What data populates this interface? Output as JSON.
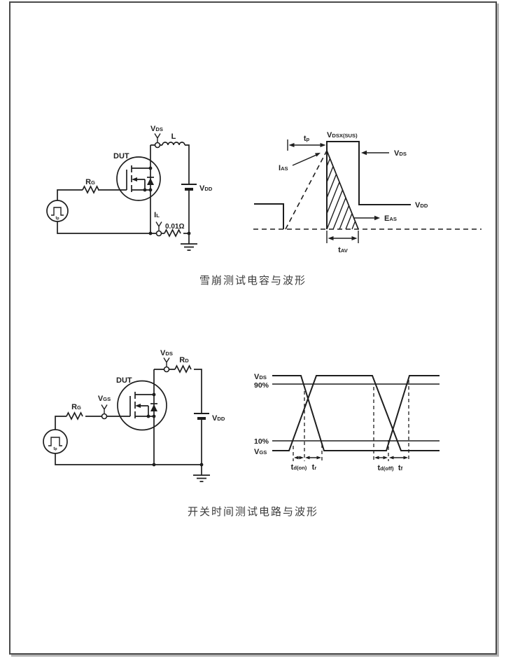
{
  "page": {
    "ink_color": "#1e1e1e",
    "frame_color": "#4a4a4a",
    "background": "#ffffff"
  },
  "figure1": {
    "caption": "雪崩测试电容与波形",
    "circuit": {
      "dut": "DUT",
      "rg": {
        "m": "R",
        "s": "G"
      },
      "tp": {
        "m": "t",
        "s": "p"
      },
      "vds": {
        "m": "V",
        "s": "DS"
      },
      "l": "L",
      "vdd": {
        "m": "V",
        "s": "DD"
      },
      "il": {
        "m": "I",
        "s": "L"
      },
      "shunt": "0.01Ω"
    },
    "waveform": {
      "tp": {
        "m": "t",
        "s": "p"
      },
      "vdsx": {
        "m": "V",
        "s": "DSX(SUS)"
      },
      "ias": {
        "m": "I",
        "s": "AS"
      },
      "vds": {
        "m": "V",
        "s": "DS"
      },
      "vdd": {
        "m": "V",
        "s": "DD"
      },
      "eas": {
        "m": "E",
        "s": "AS"
      },
      "tav": {
        "m": "t",
        "s": "AV"
      }
    }
  },
  "figure2": {
    "caption": "开关时间测试电路与波形",
    "circuit": {
      "dut": "DUT",
      "rg": {
        "m": "R",
        "s": "G"
      },
      "vgs": {
        "m": "V",
        "s": "GS"
      },
      "tp": {
        "m": "t",
        "s": "p"
      },
      "vds": {
        "m": "V",
        "s": "DS"
      },
      "rd": {
        "m": "R",
        "s": "D"
      },
      "vdd": {
        "m": "V",
        "s": "DD"
      }
    },
    "waveform": {
      "vds": {
        "m": "V",
        "s": "DS"
      },
      "p90": "90%",
      "p10": "10%",
      "vgs": {
        "m": "V",
        "s": "GS"
      },
      "tdon": {
        "m": "t",
        "s": "d(on)"
      },
      "tr": {
        "m": "t",
        "s": "r"
      },
      "tdoff": {
        "m": "t",
        "s": "d(off)"
      },
      "tf": {
        "m": "t",
        "s": "f"
      }
    }
  }
}
